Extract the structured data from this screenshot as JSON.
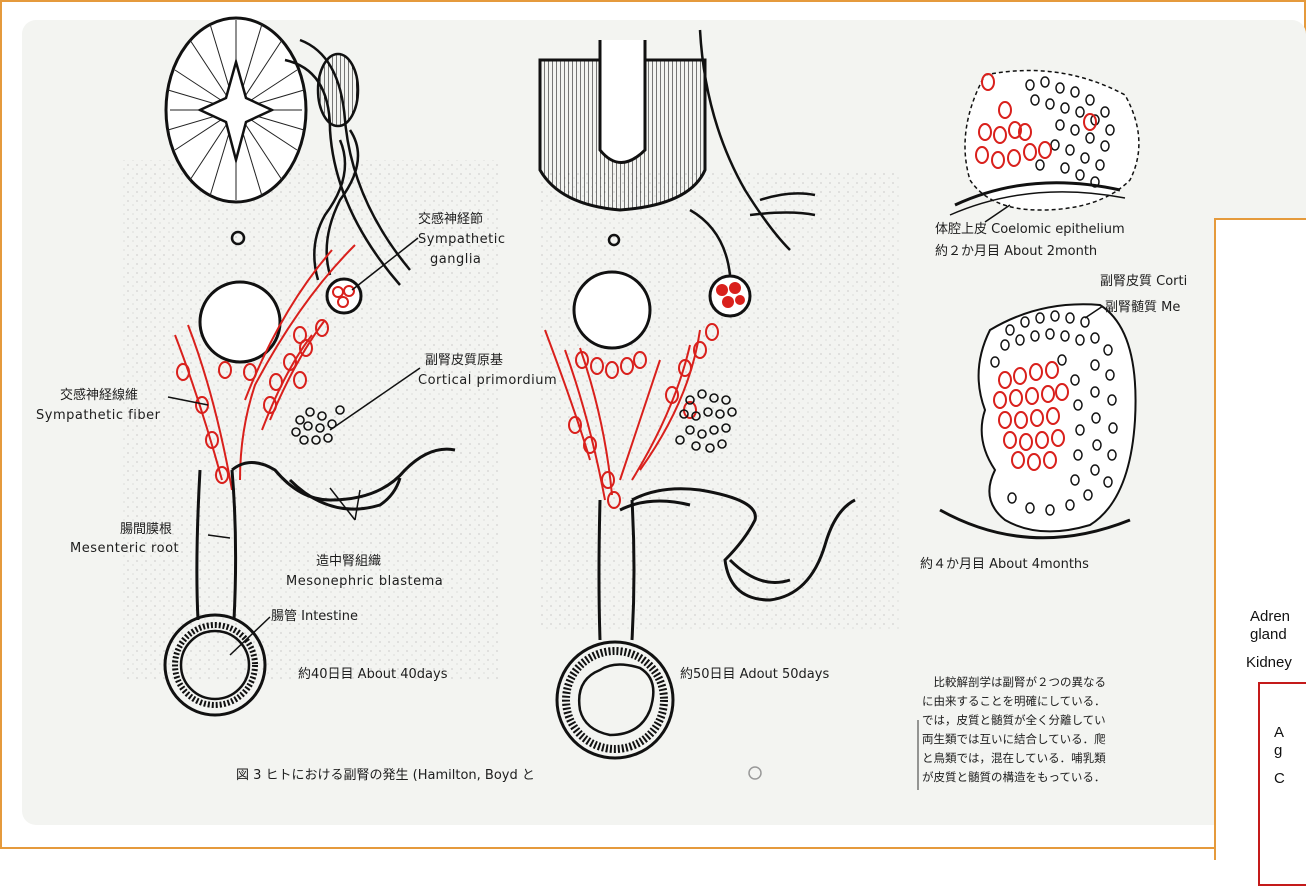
{
  "labels": {
    "sympathetic_ganglia_jp": "交感神経節",
    "sympathetic_ganglia_en1": "Sympathetic",
    "sympathetic_ganglia_en2": "ganglia",
    "cortical_primordium_jp": "副腎皮質原基",
    "cortical_primordium_en": "Cortical primordium",
    "sympathetic_fiber_jp": "交感神経線維",
    "sympathetic_fiber_en": "Sympathetic fiber",
    "mesenteric_root_jp": "腸間膜根",
    "mesenteric_root_en": "Mesenteric root",
    "mesonephric_jp": "造中腎組織",
    "mesonephric_en": "Mesonephric blastema",
    "intestine": "腸管   Intestine",
    "day40": "約40日目    About  40days",
    "day50": "約50日目    Adout  50days",
    "coelomic": "体腔上皮   Coelomic epithelium",
    "month2": "約２か月目    About  2month",
    "adrenal_cortex": "副腎皮質   Corti",
    "adrenal_medulla": "副腎髄質    Me",
    "month4": "約４か月目    About  4months",
    "figure_caption": "図 3  ヒトにおける副腎の発生 (Hamilton,  Boyd と"
  },
  "paragraph": [
    "　比較解剖学は副腎が２つの異なる",
    "に由来することを明確にしている．",
    "では，皮質と髄質が全く分離してい",
    "両生類では互いに結合している．爬",
    "と鳥類では，混在している．哺乳類",
    "が皮質と髄質の構造をもっている．"
  ],
  "inset": {
    "adrenal": "Adren",
    "gland": "gland",
    "kidney": "Kidney",
    "box_line1": "A",
    "box_line2": "g",
    "box_line3": "C"
  },
  "colors": {
    "frame": "#e59a3c",
    "red_cells": "#d9201c",
    "ink": "#1d1d1d",
    "slide_bg": "#f3f4f1"
  }
}
